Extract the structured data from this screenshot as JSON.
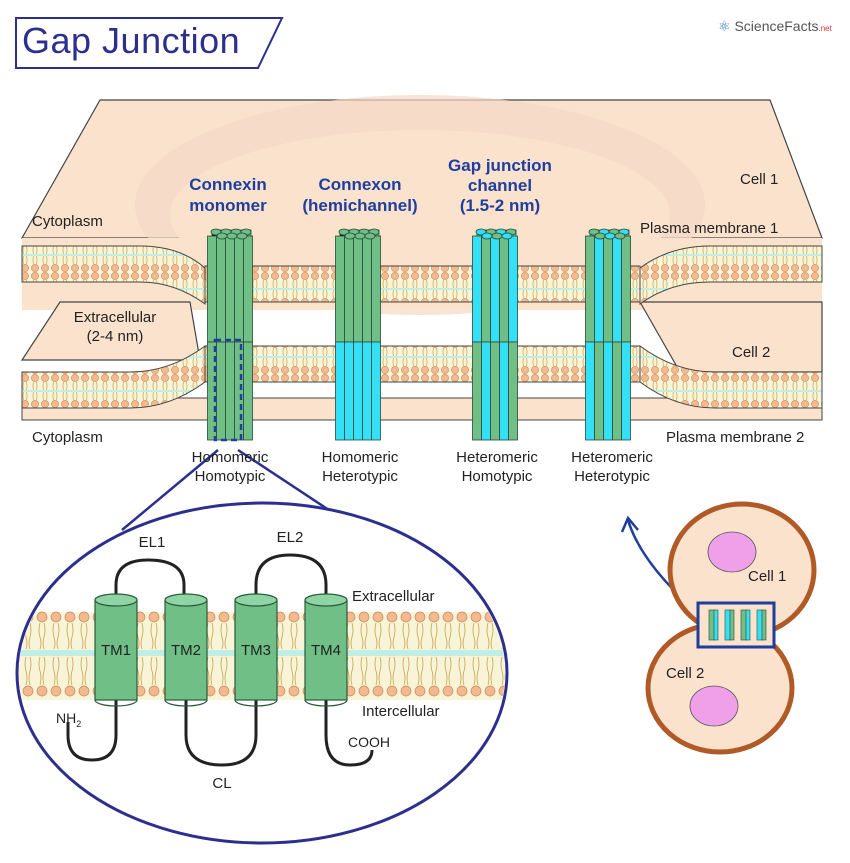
{
  "title": "Gap Junction",
  "logo": {
    "text": "ScienceFacts",
    "suffix": ".net"
  },
  "regions": {
    "cell1": "Cell 1",
    "cell2": "Cell 2",
    "cytoplasm_top": "Cytoplasm",
    "cytoplasm_bottom": "Cytoplasm",
    "extracellular": "Extracellular",
    "extracellular_size": "(2-4 nm)",
    "plasma_membrane_1": "Plasma membrane 1",
    "plasma_membrane_2": "Plasma membrane 2"
  },
  "headings": {
    "connexin_line1": "Connexin",
    "connexin_line2": "monomer",
    "connexon_line1": "Connexon",
    "connexon_line2": "(hemichannel)",
    "channel_line1": "Gap junction",
    "channel_line2": "channel",
    "channel_line3": "(1.5-2 nm)"
  },
  "types": [
    {
      "line1": "Homomeric",
      "line2": "Homotypic"
    },
    {
      "line1": "Homomeric",
      "line2": "Heterotypic"
    },
    {
      "line1": "Heteromeric",
      "line2": "Homotypic"
    },
    {
      "line1": "Heteromeric",
      "line2": "Heterotypic"
    }
  ],
  "detail": {
    "tm": [
      "TM1",
      "TM2",
      "TM3",
      "TM4"
    ],
    "el1": "EL1",
    "el2": "EL2",
    "cl": "CL",
    "extracellular": "Extracellular",
    "intercellular": "Intercellular",
    "nh2": "NH",
    "nh2_sub": "2",
    "cooh": "COOH"
  },
  "inset": {
    "cell1": "Cell 1",
    "cell2": "Cell 2"
  },
  "colors": {
    "title": "#2d2f8f",
    "heading": "#1f3f9e",
    "cell_fill": "#fbe2cd",
    "green": "#6fbf87",
    "cyan": "#33e0f5",
    "outline": "#2d2f8f",
    "nucleus": "#f0a0e8",
    "cell_border": "#b05a28"
  }
}
